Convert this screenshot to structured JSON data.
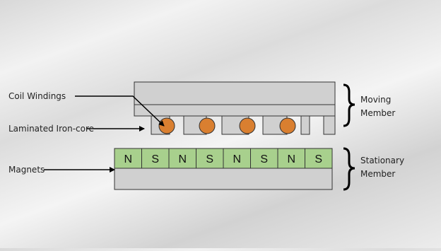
{
  "labels": {
    "coil_windings": "Coil Windings",
    "laminated_iron_core": "Laminated Iron-core",
    "magnets": "Magnets",
    "moving_line1": "Moving",
    "moving_line2": "Member",
    "stationary_line1": "Stationary",
    "stationary_line2": "Member"
  },
  "magnet_poles": [
    "N",
    "S",
    "N",
    "S",
    "N",
    "S",
    "N",
    "S"
  ],
  "colors": {
    "core_fill": "#d0d0d0",
    "coil_fill": "#d97f30",
    "magnet_fill": "#a8d08d",
    "base_fill": "#d0d0d0",
    "stroke": "#333333"
  }
}
